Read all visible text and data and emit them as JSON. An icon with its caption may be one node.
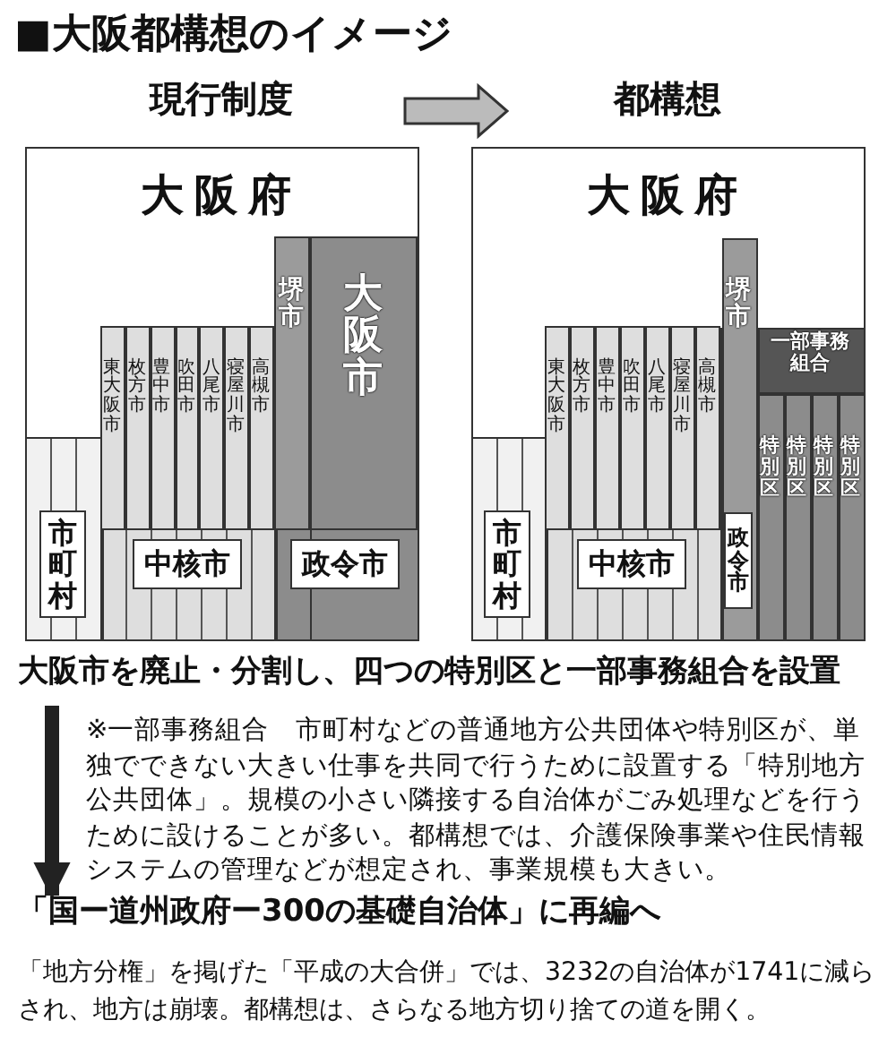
{
  "diagram": {
    "title": "■大阪都構想のイメージ",
    "nodes": [
      {
        "text": [
          "現行制度",
          "大阪府"
        ]
      },
      {
        "text": [
          "市町村"
        ],
        "in": 0
      },
      {
        "text": [
          "中核市"
        ],
        "in": 0
      },
      {
        "text": [
          "東大阪市"
        ],
        "in": 2
      },
      {
        "text": [
          "枚方市"
        ],
        "in": 2
      },
      {
        "text": [
          "豊中市"
        ],
        "in": 2
      },
      {
        "text": [
          "吹田市"
        ],
        "in": 2
      },
      {
        "text": [
          "八尾市"
        ],
        "in": 2
      },
      {
        "text": [
          "寝屋川市"
        ],
        "in": 2
      },
      {
        "text": [
          "高槻市"
        ],
        "in": 2
      },
      {
        "text": [
          "政令市"
        ],
        "in": 0
      },
      {
        "text": [
          "堺市"
        ],
        "in": 10
      },
      {
        "text": [
          "大阪市"
        ],
        "in": 10
      },
      {
        "text": [
          "都構想",
          "大阪府"
        ]
      },
      {
        "text": [
          "市町村"
        ],
        "in": 13
      },
      {
        "text": [
          "中核市"
        ],
        "in": 13
      },
      {
        "text": [
          "東大阪市"
        ],
        "in": 15
      },
      {
        "text": [
          "枚方市"
        ],
        "in": 15
      },
      {
        "text": [
          "豊中市"
        ],
        "in": 15
      },
      {
        "text": [
          "吹田市"
        ],
        "in": 15
      },
      {
        "text": [
          "八尾市"
        ],
        "in": 15
      },
      {
        "text": [
          "寝屋川市"
        ],
        "in": 15
      },
      {
        "text": [
          "高槻市"
        ],
        "in": 15
      },
      {
        "text": [
          "堺市",
          "政令市"
        ],
        "in": 13
      },
      {
        "text": [
          "一部事務組合"
        ],
        "in": 13
      },
      {
        "text": [
          "特別区"
        ],
        "in": 13
      },
      {
        "text": [
          "特別区"
        ],
        "in": 13
      },
      {
        "text": [
          "特別区"
        ],
        "in": 13
      },
      {
        "text": [
          "特別区"
        ],
        "in": 13
      },
      {
        "text": [
          "大阪市を廃止・分割し、四つの特別区と一部事務組合を設置"
        ]
      },
      {
        "text": [
          "「国ー道州政府ー300の基礎自治体」に再編へ"
        ]
      }
    ],
    "edges": [
      {
        "from": 0,
        "to": 13,
        "arrow": "to",
        "style": "thick",
        "color": "#bbbbbb"
      },
      {
        "from": 29,
        "to": 30,
        "arrow": "to"
      }
    ],
    "labels": [
      "※一部事務組合　市町村などの普通地方公共団体や特別区が、単独でできない大きい仕事を共同で行うために設置する「特別地方公共団体」。規模の小さい隣接する自治体がごみ処理などを行うために設けることが多い。都構想では、介護保険事業や住民情報システムの管理などが想定され、事業規模も大きい。",
      "「地方分権」を掲げた「平成の大合併」では、3232の自治体が1741に減らされ、地方は崩壊。都構想は、さらなる地方切り捨ての道を開く。"
    ]
  }
}
